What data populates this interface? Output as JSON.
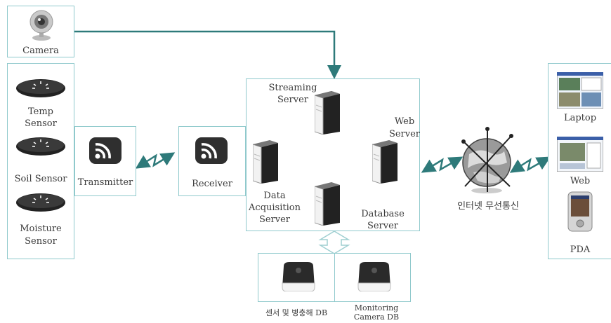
{
  "camera": {
    "label": "Camera"
  },
  "sensors": [
    {
      "label_line1": "Temp",
      "label_line2": "Sensor"
    },
    {
      "label_line1": "Soil Sensor",
      "label_line2": ""
    },
    {
      "label_line1": "Moisture",
      "label_line2": "Sensor"
    }
  ],
  "transmitter": {
    "label": "Transmitter"
  },
  "receiver": {
    "label": "Receiver"
  },
  "servers": {
    "streaming": {
      "line1": "Streaming",
      "line2": "Server"
    },
    "web": {
      "line1": "Web",
      "line2": "Server"
    },
    "data_acquisition": {
      "line1": "Data",
      "line2": "Acquisition",
      "line3": "Server"
    },
    "database": {
      "line1": "Database",
      "line2": "Server"
    }
  },
  "internet": {
    "label": "인터넷 무선통신"
  },
  "clients": [
    {
      "label": "Laptop"
    },
    {
      "label": "Web"
    },
    {
      "label": "PDA"
    }
  ],
  "databases": [
    {
      "label": "센서 및 병충해 DB"
    },
    {
      "label_line1": "Monitoring",
      "label_line2": "Camera DB"
    }
  ],
  "colors": {
    "border": "#8fc9cc",
    "link": "#2e7a7a"
  }
}
